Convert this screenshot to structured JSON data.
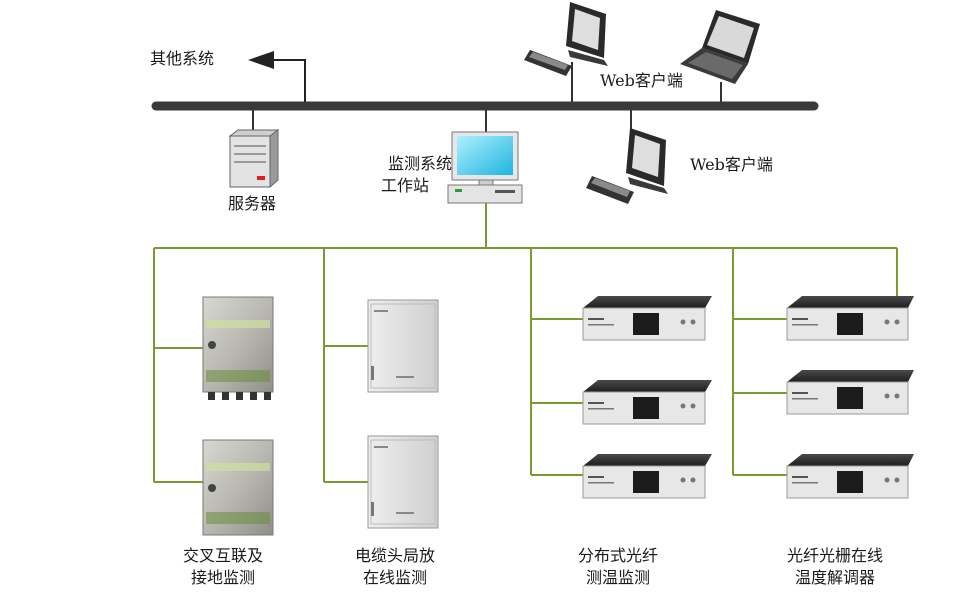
{
  "other_system": "其他系统",
  "server": "服务器",
  "workstation": [
    "监测系统",
    "工作站"
  ],
  "web_client_top": "Web客户端",
  "web_client_right": "Web客户端",
  "device_groups": [
    {
      "label": [
        "交叉互联及",
        "接地监测"
      ]
    },
    {
      "label": [
        "电缆头局放",
        "在线监测"
      ]
    },
    {
      "label": [
        "分布式光纤",
        "测温监测"
      ]
    },
    {
      "label": [
        "光纤光栅在线",
        "温度解调器"
      ]
    }
  ],
  "colors": {
    "bus": "#3a3a3a",
    "network": "#7a9a30",
    "arrow": "#222222"
  }
}
